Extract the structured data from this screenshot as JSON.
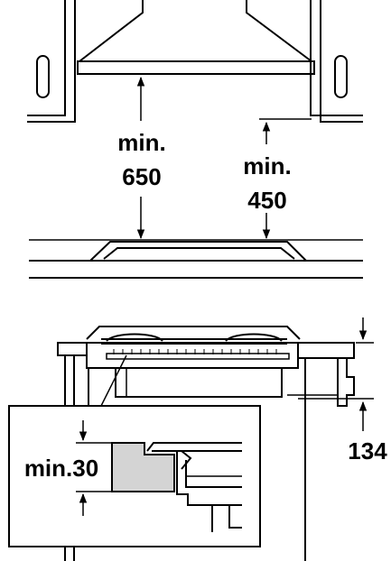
{
  "labels": {
    "hood_clearance_line1": "min.",
    "hood_clearance_line2": "650",
    "cabinet_clearance_line1": "min.",
    "cabinet_clearance_line2": "450",
    "side_clearance": "min.30",
    "depth": "134"
  }
}
